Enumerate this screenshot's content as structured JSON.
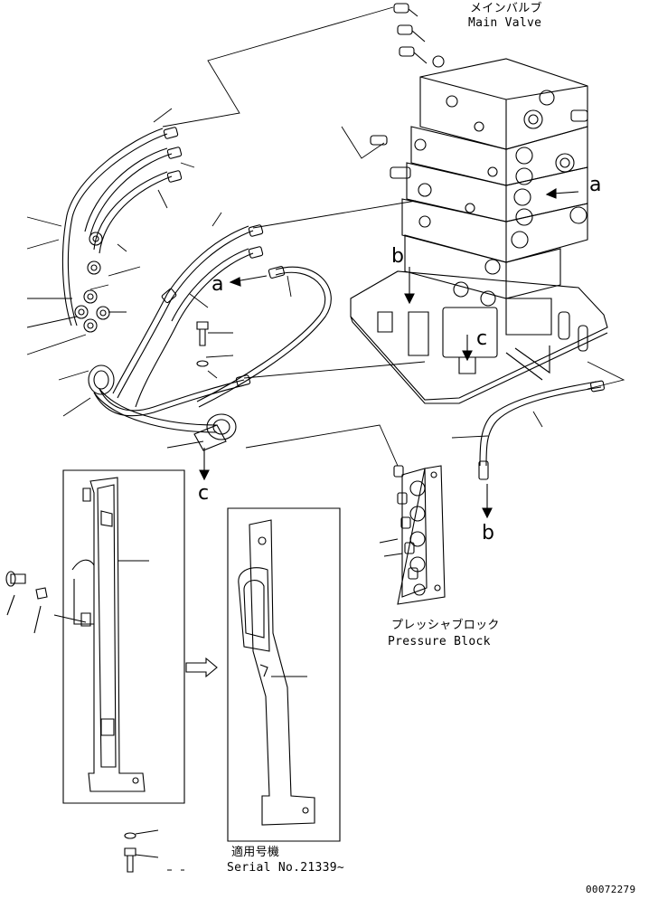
{
  "labels": {
    "main_valve_jp": "メインバルブ",
    "main_valve_en": "Main Valve",
    "pressure_block_jp": "プレッシャブロック",
    "pressure_block_en": "Pressure Block",
    "serial_jp": "適用号機",
    "serial_en": "Serial No.21339~",
    "drawing_number": "00072279"
  },
  "refs": {
    "a_valve": "a",
    "b_valve": "b",
    "c_valve": "c",
    "a_hose": "a",
    "b_pipe": "b",
    "c_bracket": "c"
  }
}
